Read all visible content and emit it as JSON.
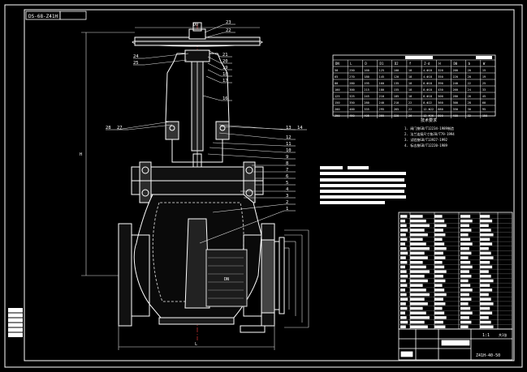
{
  "drawing_code": "DS-68-Z41H",
  "part_numbers": [
    "23",
    "22",
    "21",
    "20",
    "19",
    "18",
    "17",
    "16",
    "24",
    "25",
    "28",
    "27",
    "13",
    "14",
    "12",
    "11",
    "10",
    "9",
    "8",
    "7",
    "6",
    "5",
    "4",
    "3",
    "2",
    "1"
  ],
  "dimension_labels": {
    "top_width": "D0",
    "bottom_length": "L",
    "overall_height": "H",
    "bore_dn": "DN"
  },
  "spec_table": {
    "headers": [
      "DN",
      "L",
      "D",
      "D1",
      "D2",
      "f",
      "Z-d",
      "H",
      "D0",
      "b",
      "W"
    ],
    "rows": [
      [
        "50",
        "250",
        "160",
        "125",
        "100",
        "18",
        "4-Φ18",
        "320",
        "200",
        "20",
        "15"
      ],
      [
        "65",
        "270",
        "180",
        "145",
        "120",
        "18",
        "4-Φ18",
        "350",
        "220",
        "20",
        "19"
      ],
      [
        "80",
        "280",
        "195",
        "160",
        "135",
        "18",
        "8-Φ18",
        "390",
        "240",
        "22",
        "25"
      ],
      [
        "100",
        "300",
        "215",
        "180",
        "155",
        "18",
        "8-Φ18",
        "430",
        "260",
        "24",
        "33"
      ],
      [
        "125",
        "325",
        "245",
        "210",
        "185",
        "18",
        "8-Φ18",
        "500",
        "280",
        "26",
        "45"
      ],
      [
        "150",
        "350",
        "280",
        "240",
        "210",
        "22",
        "8-Φ22",
        "560",
        "300",
        "28",
        "60"
      ],
      [
        "200",
        "400",
        "335",
        "295",
        "265",
        "22",
        "12-Φ22",
        "680",
        "350",
        "30",
        "95"
      ],
      [
        "250",
        "450",
        "405",
        "355",
        "320",
        "26",
        "12-Φ26",
        "800",
        "400",
        "32",
        "150"
      ]
    ]
  },
  "tech_notes_title": "技术要求",
  "tech_notes": [
    "1. 阀门按GB/T12234-1989制造",
    "2. 法兰连接尺寸按JB/T79-1994",
    "3. 试验按GB/T13927-1992",
    "4. 标志按GB/T12220-1989"
  ],
  "bom_count": 25,
  "title_block": {
    "scale": "1:1",
    "sheet": "共1张",
    "model": "Z41H-40-50"
  },
  "colors": {
    "background": "#000000",
    "outline": "#ffffff",
    "hatch": "#b8b8b8",
    "center_line": "#ff4040",
    "leader": "#e5e5e5"
  }
}
